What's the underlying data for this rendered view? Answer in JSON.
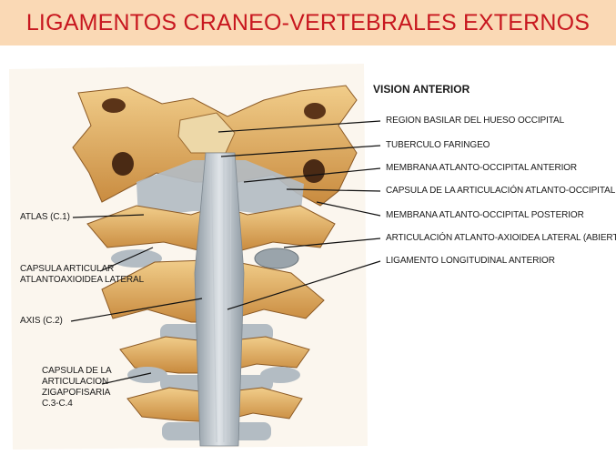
{
  "title": "LIGAMENTOS  CRANEO-VERTEBRALES EXTERNOS",
  "view_label": "VISION ANTERIOR",
  "labels_right": [
    "REGION BASILAR DEL HUESO OCCIPITAL",
    "TUBERCULO FARINGEO",
    "MEMBRANA ATLANTO-OCCIPITAL ANTERIOR",
    "CAPSULA DE LA ARTICULACIÓN ATLANTO-OCCIPITAL",
    "MEMBRANA ATLANTO-OCCIPITAL POSTERIOR",
    "ARTICULACIÓN ATLANTO-AXIOIDEA LATERAL (ABIERTA)",
    "LIGAMENTO LONGITUDINAL ANTERIOR"
  ],
  "labels_left": [
    "ATLAS (C.1)",
    "CAPSULA ARTICULAR\nATLANTOAXIOIDEA LATERAL",
    "AXIS (C.2)",
    "CAPSULA DE LA\nARTICULACION\nZIGAPOFISARIA\nC.3-C.4"
  ],
  "colors": {
    "title_text": "#c8171f",
    "title_bg": "#fad9b5",
    "bone": "#e2b063",
    "ligament": "#a9b3bb"
  }
}
